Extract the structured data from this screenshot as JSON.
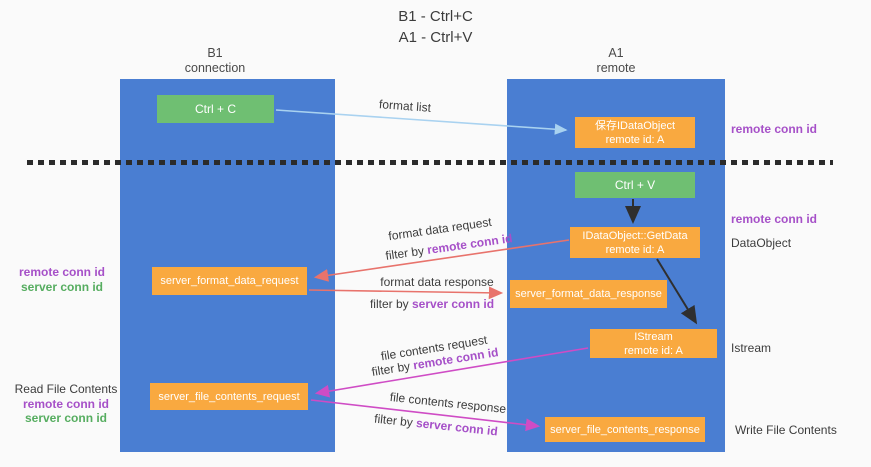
{
  "title": {
    "line1": "B1 - Ctrl+C",
    "line2": "A1 - Ctrl+V"
  },
  "lanes": {
    "left": {
      "name": "B1",
      "role": "connection"
    },
    "right": {
      "name": "A1",
      "role": "remote"
    }
  },
  "boxes": {
    "ctrl_c": {
      "label": "Ctrl + C"
    },
    "save_dataobject": {
      "line1": "保存IDataObject",
      "line2": "remote id: A"
    },
    "ctrl_v": {
      "label": "Ctrl + V"
    },
    "getdata": {
      "line1": "IDataObject::GetData",
      "line2": "remote id: A"
    },
    "server_format_data_request": {
      "label": "server_format_data_request"
    },
    "server_format_data_response": {
      "label": "server_format_data_response"
    },
    "istream": {
      "line1": "IStream",
      "line2": "remote id: A"
    },
    "server_file_contents_request": {
      "label": "server_file_contents_request"
    },
    "server_file_contents_response": {
      "label": "server_file_contents_response"
    }
  },
  "arrows": {
    "format_list": {
      "label": "format list"
    },
    "format_data_request": {
      "label": "format data request",
      "filter_prefix": "filter by",
      "filter_key": "remote conn id"
    },
    "format_data_response": {
      "label": "format data response",
      "filter_prefix": "filter by",
      "filter_key": "server conn id"
    },
    "file_contents_request": {
      "label": "file contents request",
      "filter_prefix": "filter by",
      "filter_key": "remote conn id"
    },
    "file_contents_response": {
      "label": "file contents response",
      "filter_prefix": "filter by",
      "filter_key": "server conn id"
    }
  },
  "side_labels": {
    "right_top_remote_conn_id": "remote conn id",
    "right_mid_remote_conn_id": "remote conn id",
    "right_dataobject": "DataObject",
    "right_istream": "Istream",
    "right_write_file_contents": "Write File Contents",
    "left_mid": {
      "remote": "remote conn id",
      "server": "server conn id"
    },
    "left_bottom": {
      "title": "Read File Contents",
      "remote": "remote conn id",
      "server": "server conn id"
    }
  },
  "colors": {
    "lane_blue": "#4a7ed2",
    "box_green": "#6fbf72",
    "box_orange": "#f9a940",
    "arrow_light_blue": "#a9d2f0",
    "arrow_red": "#e8736c",
    "arrow_magenta": "#cf4cc5",
    "arrow_black": "#2f2f2f",
    "text_purple": "#a650c8",
    "text_green": "#56ad60",
    "dashed_line": "#2b2b2b"
  }
}
